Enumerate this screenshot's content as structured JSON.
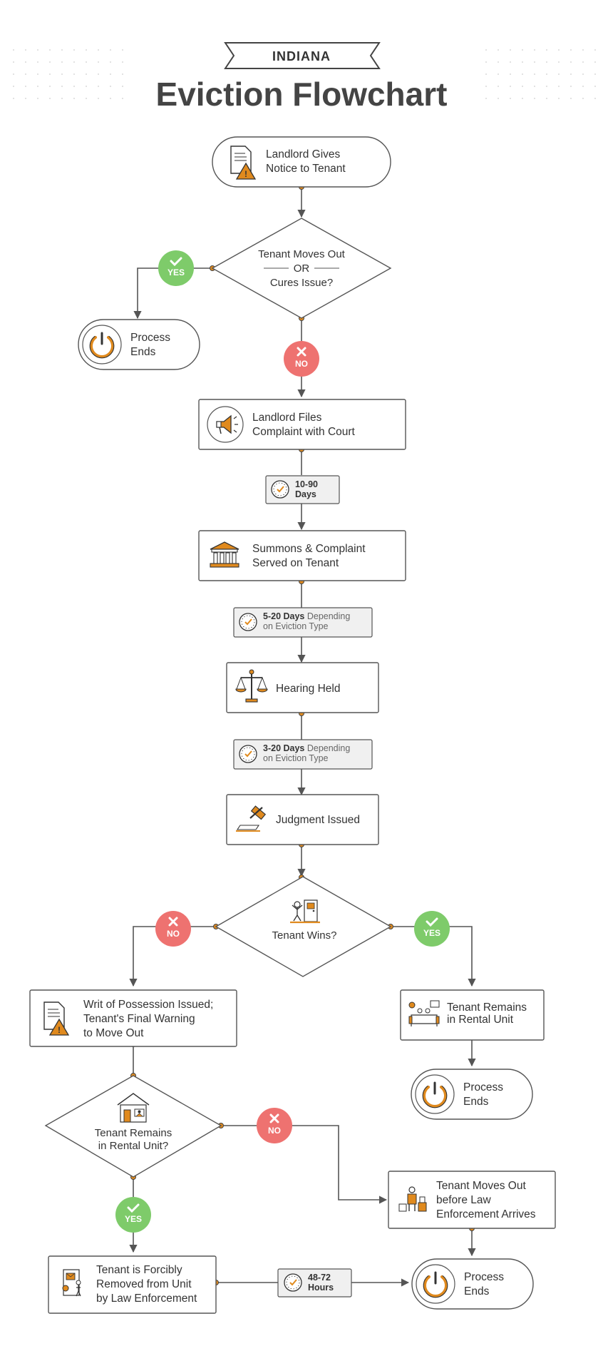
{
  "header": {
    "state": "INDIANA",
    "title": "Eviction Flowchart"
  },
  "nodes": {
    "notice": [
      "Landlord Gives",
      "Notice to Tenant"
    ],
    "moves_out_decision": [
      "Tenant Moves Out",
      "OR",
      "Cures Issue?"
    ],
    "process_ends_1": [
      "Process",
      "Ends"
    ],
    "files_complaint": [
      "Landlord Files",
      "Complaint with Court"
    ],
    "summons": [
      "Summons & Complaint",
      "Served on Tenant"
    ],
    "hearing": [
      "Hearing Held"
    ],
    "judgment": [
      "Judgment Issued"
    ],
    "tenant_wins": [
      "Tenant Wins?"
    ],
    "writ": [
      "Writ of Possession Issued;",
      "Tenant's Final Warning",
      "to Move Out"
    ],
    "remains_rental": [
      "Tenant Remains",
      "in Rental Unit"
    ],
    "process_ends_2": [
      "Process",
      "Ends"
    ],
    "remains_decision": [
      "Tenant Remains",
      "in Rental Unit?"
    ],
    "moves_out_before": [
      "Tenant Moves Out",
      "before Law",
      "Enforcement Arrives"
    ],
    "forcibly_removed": [
      "Tenant is Forcibly",
      "Removed from Unit",
      "by Law Enforcement"
    ],
    "process_ends_3": [
      "Process",
      "Ends"
    ]
  },
  "timers": {
    "t1": {
      "bold": [
        "10-90",
        "Days"
      ],
      "light": []
    },
    "t2": {
      "bold": [
        "5-20 Days",
        "on Eviction Type"
      ],
      "light": [
        " Depending",
        ""
      ]
    },
    "t3": {
      "bold": [
        "3-20 Days",
        "on Eviction Type"
      ],
      "light": [
        " Depending",
        ""
      ]
    },
    "t4": {
      "bold": [
        "48-72",
        "Hours"
      ],
      "light": []
    }
  },
  "badges": {
    "yes": "YES",
    "no": "NO"
  },
  "colors": {
    "yes": "#7ecb6a",
    "no": "#ee7270",
    "accent": "#e08a1e",
    "line": "#555555",
    "title": "#444444",
    "box_border": "#555555",
    "timer_bg": "#f0f0f0"
  },
  "icons": {
    "notice": "document-warning-icon",
    "process_ends": "power-icon",
    "files_complaint": "megaphone-icon",
    "summons": "courthouse-icon",
    "hearing": "scales-icon",
    "judgment": "gavel-icon",
    "tenant_wins": "person-door-icon",
    "writ": "document-warning-icon",
    "remains_rental": "living-room-icon",
    "remains_decision": "house-icon",
    "moves_out_before": "person-boxes-icon",
    "forcibly_removed": "eviction-notice-door-icon",
    "timer": "clock-check-icon",
    "yes": "check-icon",
    "no": "x-icon"
  }
}
